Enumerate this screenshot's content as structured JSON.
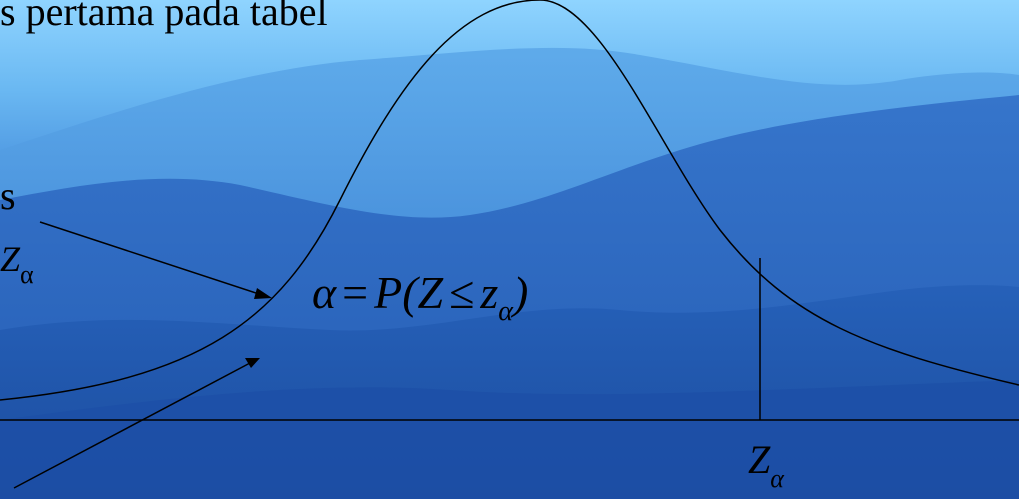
{
  "text": {
    "top_line": "s pertama pada tabel",
    "left_line_2": "s",
    "left_za_base": "Z",
    "left_za_sub": "α"
  },
  "formula": {
    "alpha": "α",
    "equals": "=",
    "p_open": "P(Z",
    "le": "≤",
    "z": "z",
    "z_sub": "α",
    "close": ")"
  },
  "axis_label": {
    "base": "Z",
    "sub": "α"
  },
  "colors": {
    "sky_light": "#8fd4ff",
    "mountain_dark": "#184ea3",
    "ink": "#000000"
  }
}
